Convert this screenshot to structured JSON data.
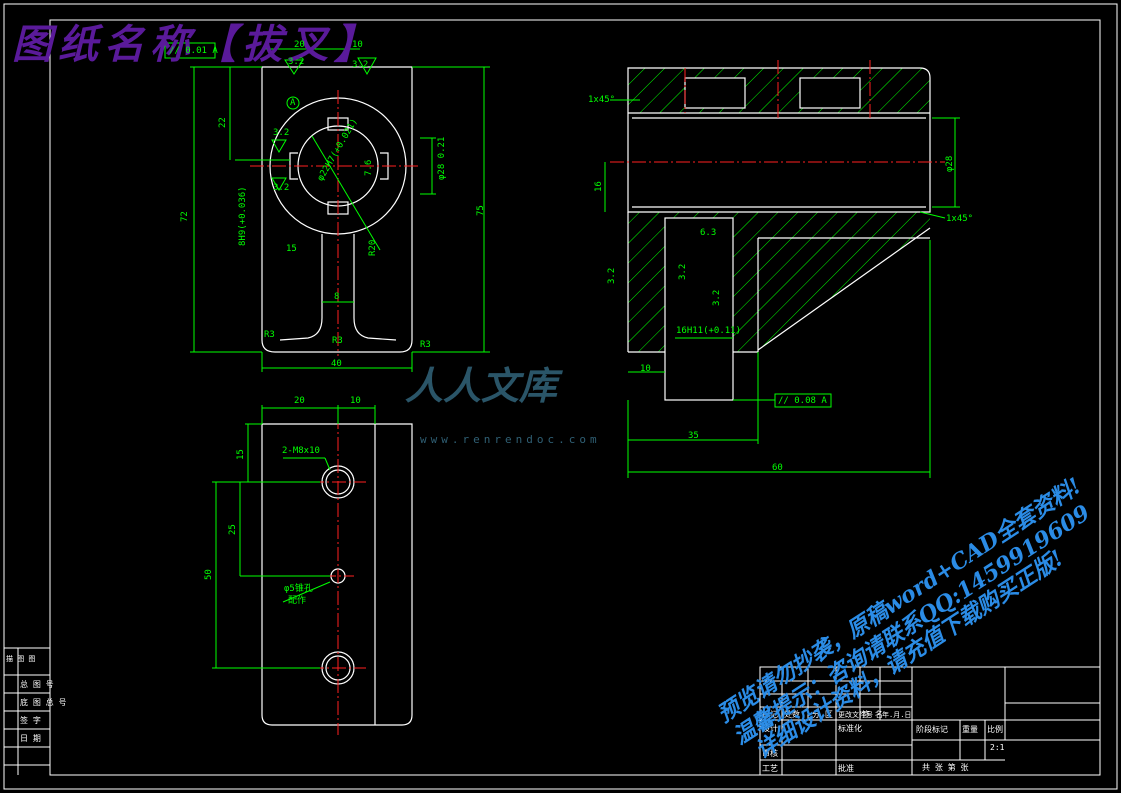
{
  "title": "图纸名称【拔叉】",
  "watermark": {
    "logo": "人人文库",
    "url": "www.renrendoc.com",
    "lines": [
      "预览请勿抄袭，原稿word+CAD全套资料!",
      "温馨提示：咨询请联系QQ:1459919609",
      "详细设计资料，请充值下载购买正版!"
    ]
  },
  "front_view": {
    "parallel_tol": "// 0.01 A",
    "dim_top": "20",
    "dim_10": "10",
    "rough_top": "3.2",
    "rough_right": "3.2",
    "datum": "A",
    "dim_22": "22",
    "rough_32a": "3.2",
    "rough_32b": "3.2",
    "bore": "φ22H7(+0.021)",
    "dim_phi28": "φ28 0.21",
    "dim_7_6": "7.6",
    "dim_72": "72",
    "dim_75": "75",
    "dim_r15": "15",
    "dim_r20": "R20",
    "slot_fit": "8H9(+0.036)",
    "dim_8": "8",
    "dim_r3a": "R3",
    "dim_r3b": "R3",
    "dim_r3c": "R3",
    "dim_40": "40"
  },
  "side_view": {
    "chamfer_top": "1x45°",
    "chamfer_bot": "1x45°",
    "dim_phi28": "φ28",
    "dim_16": "16",
    "rough_63": "6.3",
    "rough_32a": "3.2",
    "rough_32b": "3.2",
    "rough_32c": "3.2",
    "slot": "16H11(+0.11)",
    "dim_10": "10",
    "parallel_tol": "// 0.08 A",
    "dim_35": "35",
    "dim_60": "60"
  },
  "top_view": {
    "dim_20": "20",
    "dim_10": "10",
    "dim_15": "15",
    "dim_25": "25",
    "dim_50": "50",
    "thread": "2-M8x10",
    "pin": "φ5锥孔",
    "pin2": "配作"
  },
  "left_strip": [
    "描 图 图",
    "总 图 号",
    "底 图 总 号",
    "签 字",
    "日 期"
  ],
  "title_block": {
    "hdr": [
      "标记",
      "处数",
      "分 区",
      "更改文件号",
      "签 名",
      "年.月.日"
    ],
    "design": "设计",
    "stdize": "标准化",
    "check": "审核",
    "process": "工艺",
    "approve": "批准",
    "stage": "阶段标记",
    "weight": "重量",
    "scale_lbl": "比例",
    "scale": "2:1",
    "sheets": "共  张  第  张"
  }
}
